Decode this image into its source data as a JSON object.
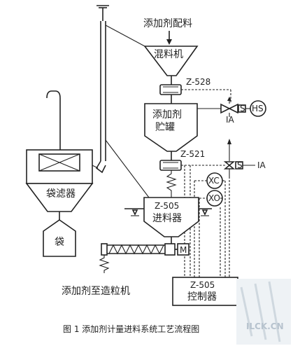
{
  "labels": {
    "additive_dosing": "添加剂配料",
    "mixer": "混料机",
    "storage_line1": "添加剂",
    "storage_line2": "贮罐",
    "bag_filter": "袋滤器",
    "bag": "袋",
    "feeder_code": "Z-505",
    "feeder_name": "进料器",
    "motor": "M",
    "controller_code": "Z-505",
    "controller_name": "控制器",
    "to_granulator": "添加剂至造粒机",
    "valve_528": "Z-528",
    "valve_521": "Z-521",
    "hs": "HS",
    "ia_top": "IA",
    "ia_mid": "IA",
    "xc": "XC",
    "xo": "XO",
    "s_top": "S",
    "s_mid": "S"
  },
  "caption": "图 1    添加剂计量进料系统工艺流程图",
  "watermark": "ILCK.CN",
  "colors": {
    "line": "#222222",
    "watermark": "#b7c3ce"
  }
}
